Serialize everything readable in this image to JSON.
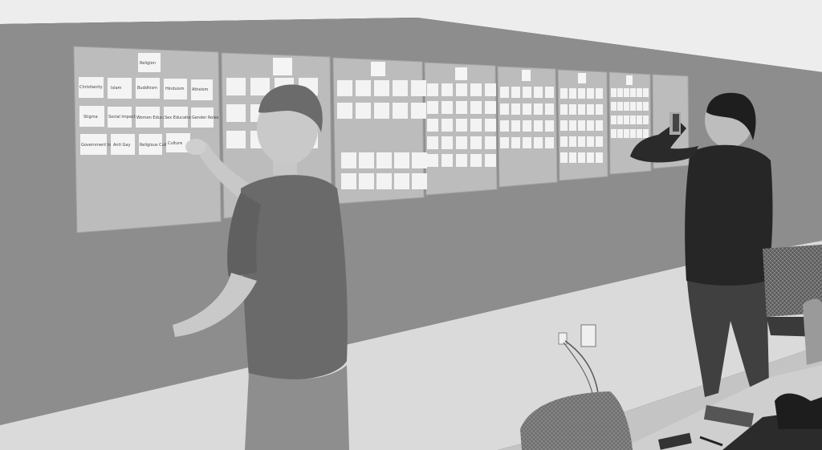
{
  "scene": {
    "palette": {
      "ceiling": "#e8e8e8",
      "wall": "#8a8a8a",
      "lower_wall": "#d9d9d9",
      "board": "#b8b8b8",
      "note": "#f2f2f2",
      "shirt_left": "#6e6e6e",
      "shirt_right": "#262626",
      "floor": "#bdbdbd"
    },
    "sticky_notes": {
      "board_1": [
        {
          "text": "Religion"
        },
        {
          "text": "Christianity"
        },
        {
          "text": "Islam"
        },
        {
          "text": "Buddhism"
        },
        {
          "text": "Hinduism"
        },
        {
          "text": "Atheism"
        },
        {
          "text": "Stigma"
        },
        {
          "text": "Social Impact"
        },
        {
          "text": "Women Education"
        },
        {
          "text": "Sex Education"
        },
        {
          "text": "Gender Roles"
        },
        {
          "text": "Government Influence"
        },
        {
          "text": "Anti Gay"
        },
        {
          "text": "Religious Culture"
        },
        {
          "text": "Culture"
        }
      ]
    }
  }
}
